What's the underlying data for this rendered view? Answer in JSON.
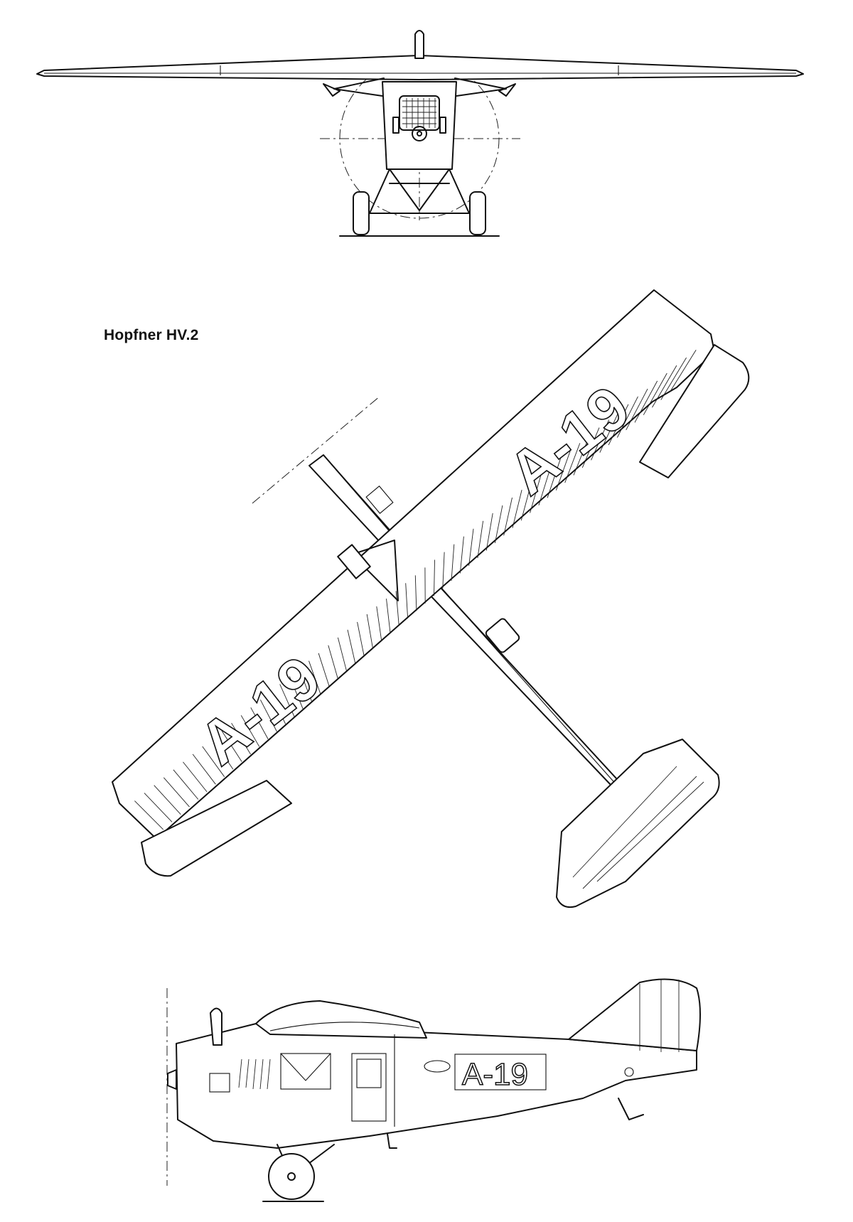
{
  "title": "Hopfner HV.2",
  "registration": "A-19",
  "views": [
    {
      "name": "front view"
    },
    {
      "name": "plan view"
    },
    {
      "name": "side view"
    }
  ],
  "colors": {
    "line": "#111111",
    "background": "#ffffff"
  }
}
